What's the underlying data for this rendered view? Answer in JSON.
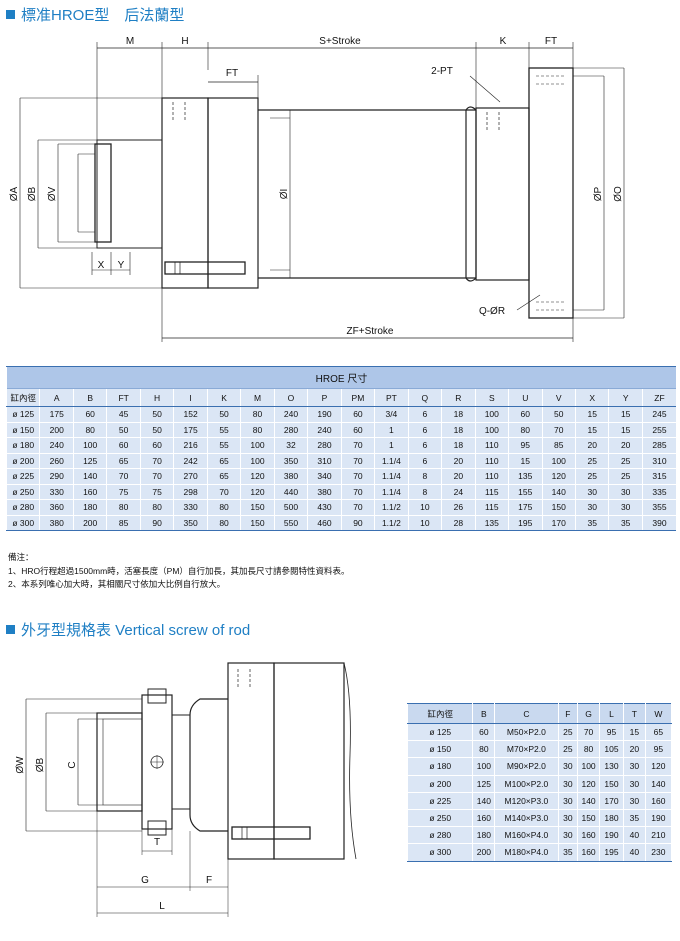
{
  "section1": {
    "title": "標准HROE型　后法蘭型"
  },
  "section2": {
    "title": "外牙型規格表 Vertical screw of rod"
  },
  "drawing1": {
    "labels": {
      "M": "M",
      "H": "H",
      "stroke": "S+Stroke",
      "K": "K",
      "FT_top": "FT",
      "FT_mid": "FT",
      "pt": "2-PT",
      "A": "ØA",
      "B": "ØB",
      "V": "ØV",
      "I": "ØI",
      "P": "ØP",
      "O": "ØO",
      "X": "X",
      "Y": "Y",
      "QR": "Q-ØR",
      "ZF": "ZF+Stroke"
    }
  },
  "drawing2": {
    "labels": {
      "W": "ØW",
      "B": "ØB",
      "C": "C",
      "T": "T",
      "G": "G",
      "F": "F",
      "L": "L"
    }
  },
  "table1": {
    "caption": "HROE 尺寸",
    "headers": [
      "缸內徑",
      "A",
      "B",
      "FT",
      "H",
      "I",
      "K",
      "M",
      "O",
      "P",
      "PM",
      "PT",
      "Q",
      "R",
      "S",
      "U",
      "V",
      "X",
      "Y",
      "ZF"
    ],
    "rows": [
      [
        "ø 125",
        "175",
        "60",
        "45",
        "50",
        "152",
        "50",
        "80",
        "240",
        "190",
        "60",
        "3/4",
        "6",
        "18",
        "100",
        "60",
        "50",
        "15",
        "15",
        "245"
      ],
      [
        "ø 150",
        "200",
        "80",
        "50",
        "50",
        "175",
        "55",
        "80",
        "280",
        "240",
        "60",
        "1",
        "6",
        "18",
        "100",
        "80",
        "70",
        "15",
        "15",
        "255"
      ],
      [
        "ø 180",
        "240",
        "100",
        "60",
        "60",
        "216",
        "55",
        "100",
        "32",
        "280",
        "70",
        "1",
        "6",
        "18",
        "110",
        "95",
        "85",
        "20",
        "20",
        "285"
      ],
      [
        "ø 200",
        "260",
        "125",
        "65",
        "70",
        "242",
        "65",
        "100",
        "350",
        "310",
        "70",
        "1.1/4",
        "6",
        "20",
        "110",
        "15",
        "100",
        "25",
        "25",
        "310"
      ],
      [
        "ø 225",
        "290",
        "140",
        "70",
        "70",
        "270",
        "65",
        "120",
        "380",
        "340",
        "70",
        "1.1/4",
        "8",
        "20",
        "110",
        "135",
        "120",
        "25",
        "25",
        "315"
      ],
      [
        "ø 250",
        "330",
        "160",
        "75",
        "75",
        "298",
        "70",
        "120",
        "440",
        "380",
        "70",
        "1.1/4",
        "8",
        "24",
        "115",
        "155",
        "140",
        "30",
        "30",
        "335"
      ],
      [
        "ø 280",
        "360",
        "180",
        "80",
        "80",
        "330",
        "80",
        "150",
        "500",
        "430",
        "70",
        "1.1/2",
        "10",
        "26",
        "115",
        "175",
        "150",
        "30",
        "30",
        "355"
      ],
      [
        "ø 300",
        "380",
        "200",
        "85",
        "90",
        "350",
        "80",
        "150",
        "550",
        "460",
        "90",
        "1.1/2",
        "10",
        "28",
        "135",
        "195",
        "170",
        "35",
        "35",
        "390"
      ]
    ]
  },
  "notes": {
    "title": "備注：",
    "lines": [
      "1、HRO行程超過1500mm時，活塞長度（PM）自行加長，其加長尺寸請參閱特性資料表。",
      "2、本系列唯心加大時，其相關尺寸依加大比例自行放大。"
    ]
  },
  "table2": {
    "headers": [
      "缸內徑",
      "B",
      "C",
      "F",
      "G",
      "L",
      "T",
      "W"
    ],
    "rows": [
      [
        "ø 125",
        "60",
        "M50×P2.0",
        "25",
        "70",
        "95",
        "15",
        "65"
      ],
      [
        "ø 150",
        "80",
        "M70×P2.0",
        "25",
        "80",
        "105",
        "20",
        "95"
      ],
      [
        "ø 180",
        "100",
        "M90×P2.0",
        "30",
        "100",
        "130",
        "30",
        "120"
      ],
      [
        "ø 200",
        "125",
        "M100×P2.0",
        "30",
        "120",
        "150",
        "30",
        "140"
      ],
      [
        "ø 225",
        "140",
        "M120×P3.0",
        "30",
        "140",
        "170",
        "30",
        "160"
      ],
      [
        "ø 250",
        "160",
        "M140×P3.0",
        "30",
        "150",
        "180",
        "35",
        "190"
      ],
      [
        "ø 280",
        "180",
        "M160×P4.0",
        "30",
        "160",
        "190",
        "40",
        "210"
      ],
      [
        "ø 300",
        "200",
        "M180×P4.0",
        "35",
        "160",
        "195",
        "40",
        "230"
      ]
    ]
  }
}
